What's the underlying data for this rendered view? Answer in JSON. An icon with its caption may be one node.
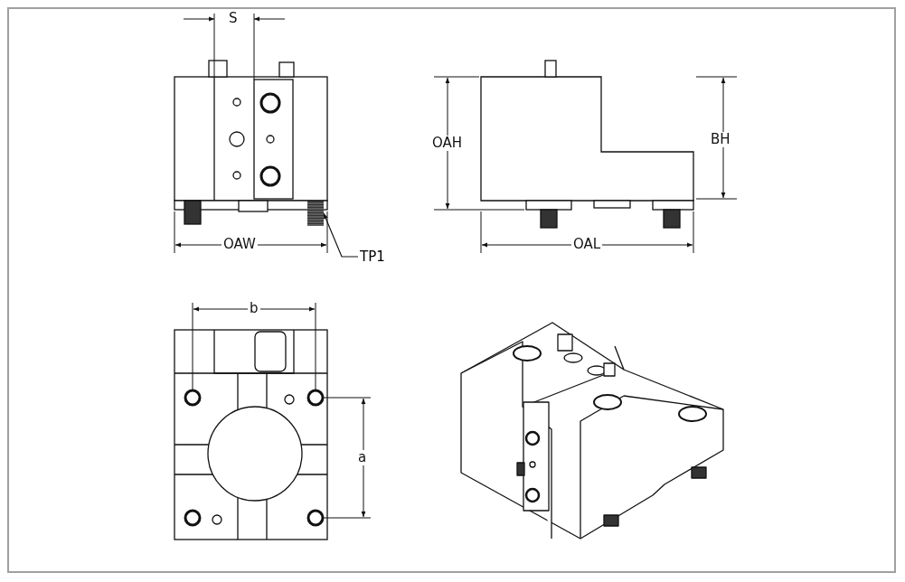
{
  "diagram": {
    "nodes": [
      {
        "text": [
          "TP1"
        ]
      },
      {
        "text": [],
        "shape": "picture"
      }
    ],
    "edges": [
      {
        "from": 0,
        "to": 1,
        "arrow": "to"
      }
    ],
    "labels": [
      "S",
      "OAH",
      "BH",
      "OAW",
      "OAL",
      "b",
      "a"
    ]
  }
}
